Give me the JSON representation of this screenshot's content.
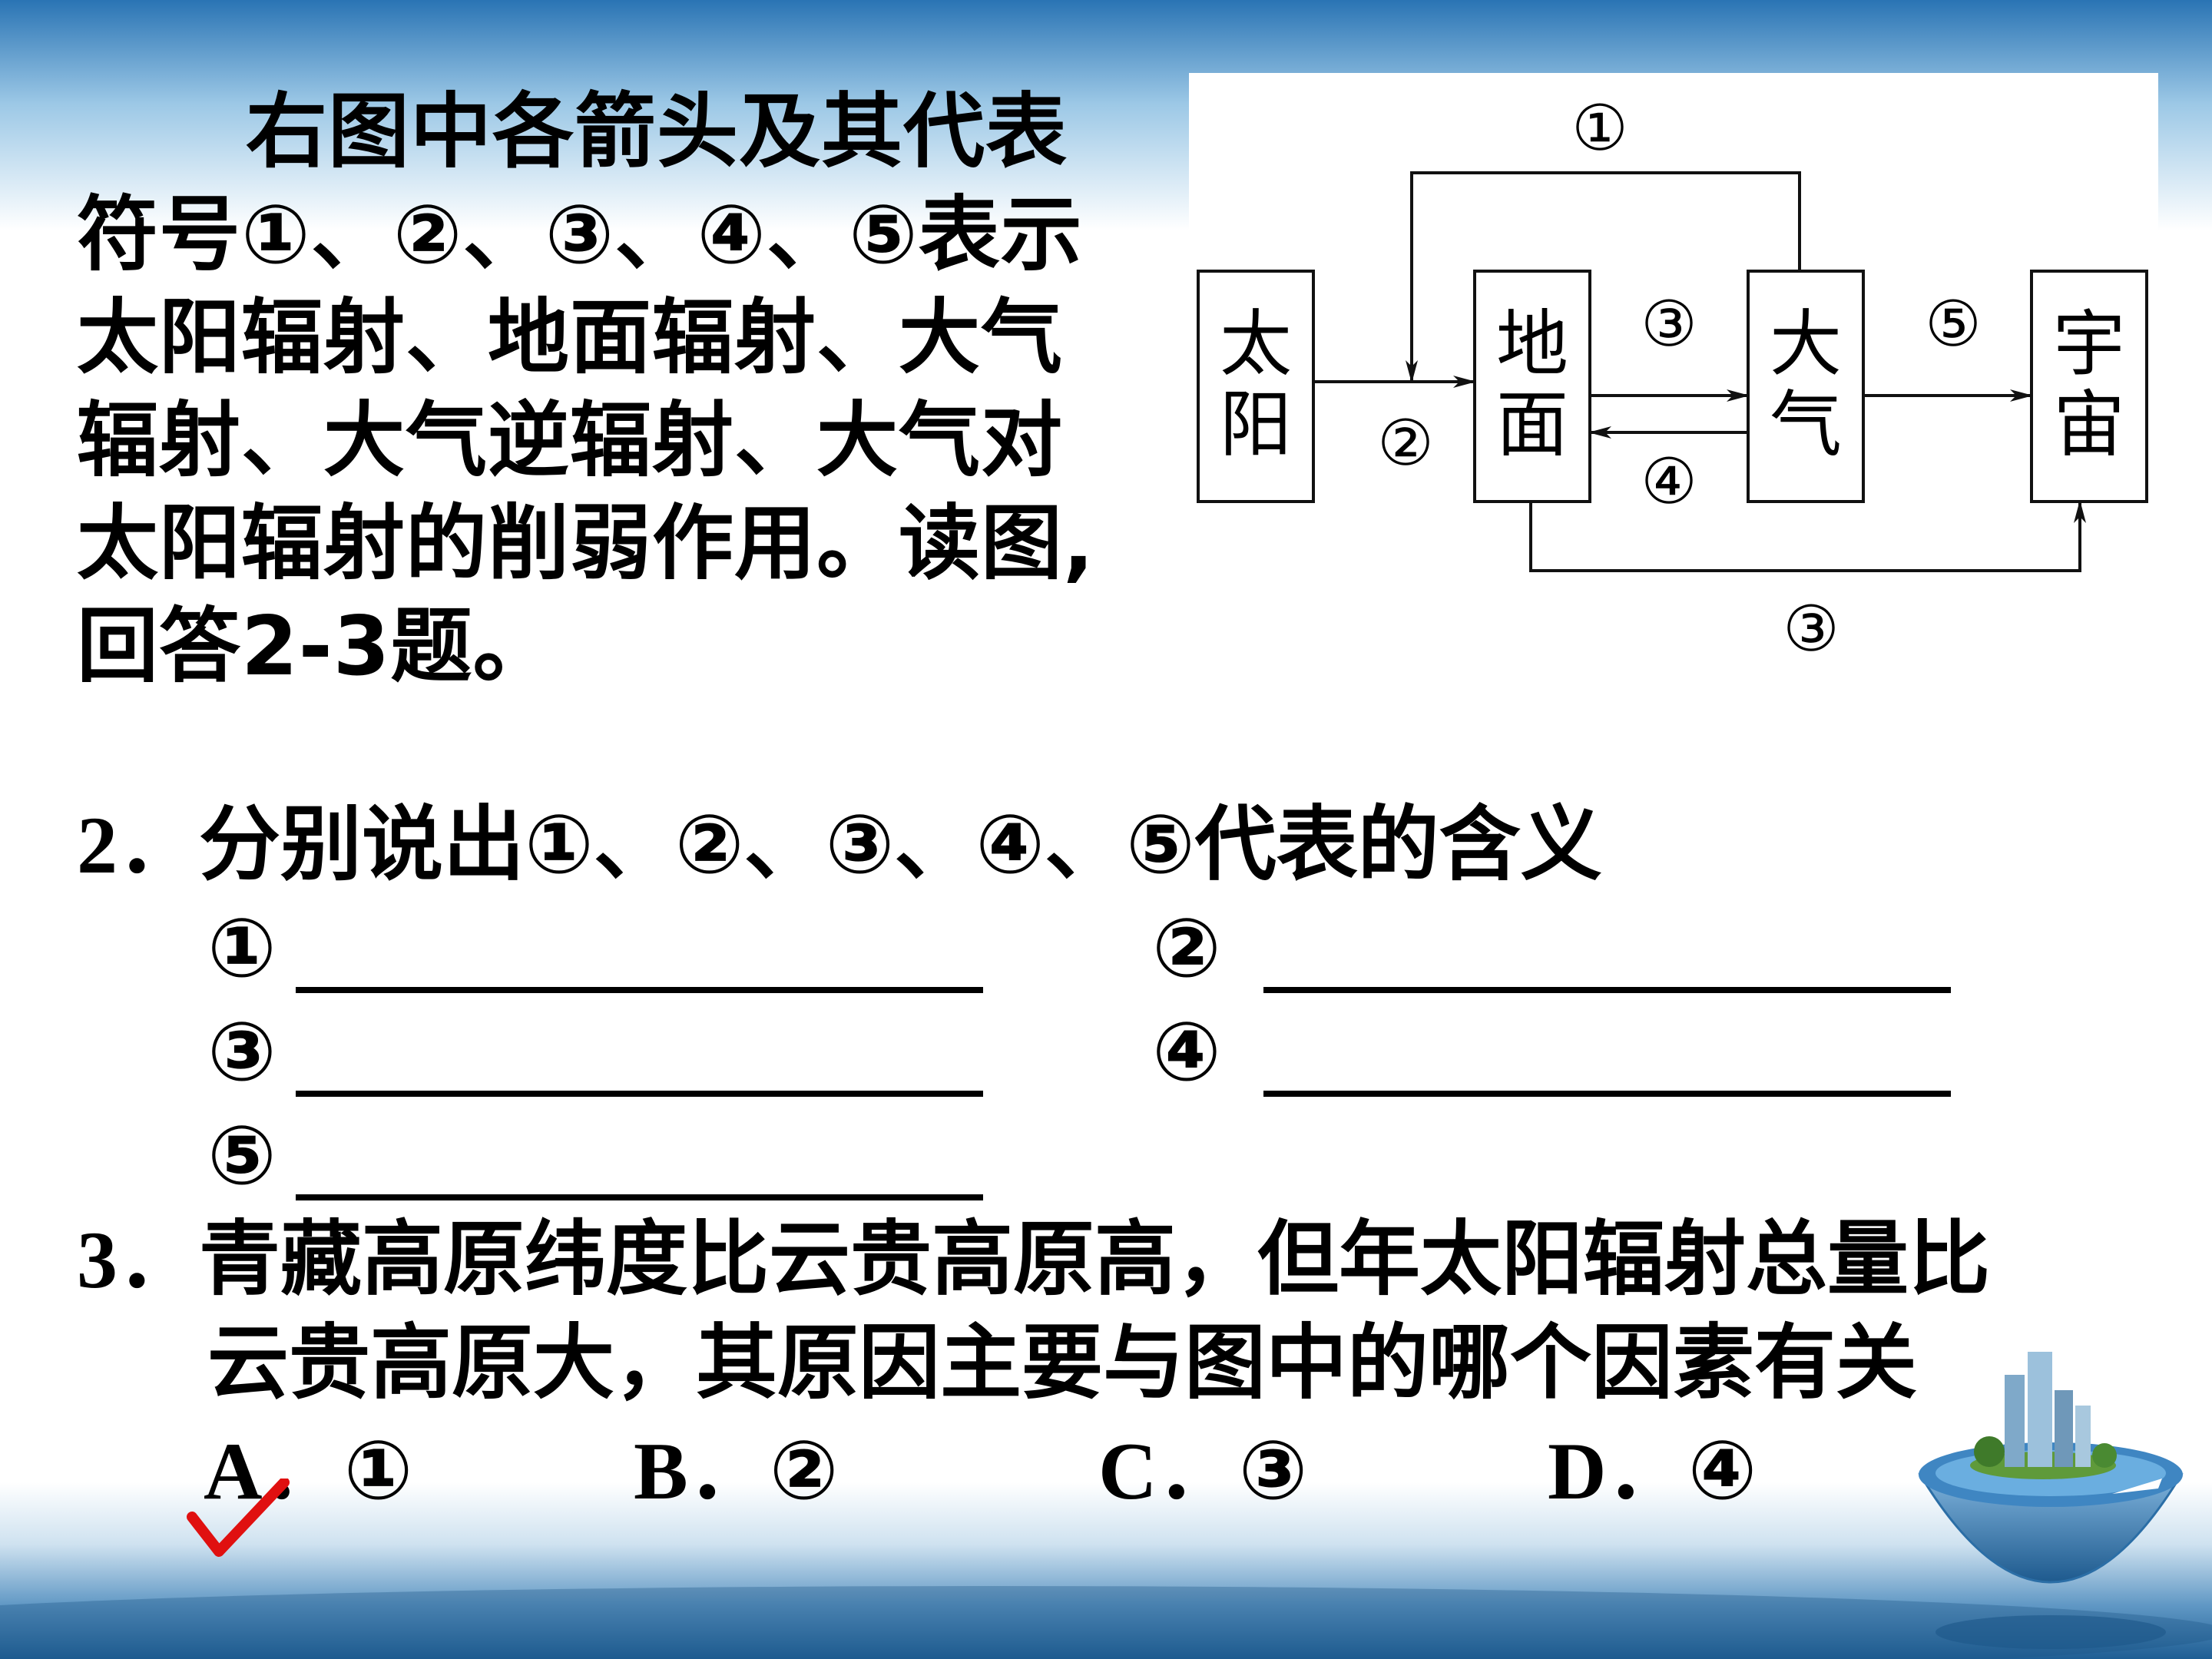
{
  "intro": {
    "text": "右图中各箭头及其代表符号①、②、③、④、⑤表示太阳辐射、地面辐射、大气辐射、大气逆辐射、大气对太阳辐射的削弱作用。读图,回答2-3题。"
  },
  "diagram": {
    "boxes": {
      "sun": [
        "太",
        "阳"
      ],
      "ground": [
        "地",
        "面"
      ],
      "atmosphere": [
        "大",
        "气"
      ],
      "space": [
        "宇",
        "宙"
      ]
    },
    "labels": {
      "top": "①",
      "sun_to_ground": "②",
      "ground_to_atmosphere": "③",
      "atmosphere_to_ground": "④",
      "atmosphere_to_space": "⑤",
      "bottom": "③"
    }
  },
  "q2": {
    "number": "2．",
    "stem": "分别说出①、②、③、④、⑤代表的含义",
    "blanks": {
      "b1": "①",
      "b2": "②",
      "b3": "③",
      "b4": "④",
      "b5": "⑤"
    }
  },
  "q3": {
    "number": "3．",
    "stem_line1": "青藏高原纬度比云贵高原高，但年太阳辐射总量比",
    "stem_line2": "云贵高原大，其原因主要与图中的哪个因素有关",
    "options": [
      {
        "letter": "A．",
        "value": "①"
      },
      {
        "letter": "B．",
        "value": "②"
      },
      {
        "letter": "C．",
        "value": "③"
      },
      {
        "letter": "D．",
        "value": "④"
      }
    ],
    "marked_answer": "A"
  },
  "colors": {
    "sky_top": "#2d78b8",
    "sky_light": "#eaf4fb",
    "sea": "#2a6ea5",
    "check_mark": "#e01010"
  }
}
